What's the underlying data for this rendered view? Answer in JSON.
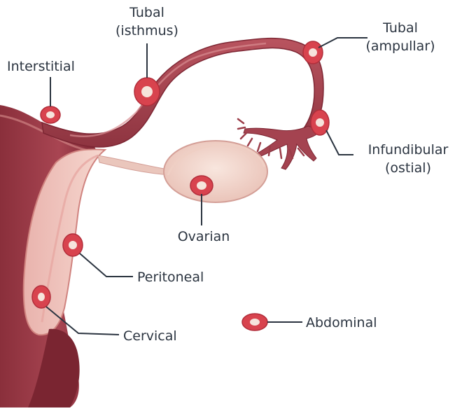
{
  "labels": {
    "interstitial": "Interstitial",
    "tubal_isthmus_1": "Tubal",
    "tubal_isthmus_2": "(isthmus)",
    "tubal_ampullar_1": "Tubal",
    "tubal_ampullar_2": "(ampullar)",
    "infundibular_1": "Infundibular",
    "infundibular_2": "(ostial)",
    "ovarian": "Ovarian",
    "peritoneal": "Peritoneal",
    "cervical": "Cervical",
    "abdominal": "Abdominal"
  },
  "colors": {
    "uterus_body": "#9e3a46",
    "tube": "#a84552",
    "tube_highlight": "#c9727c",
    "ligament": "#e8c3b8",
    "ovary": "#f2d7cd",
    "leader_line": "#2b3440",
    "implant_outer": "#d8434e",
    "implant_inner": "#f6e4dc"
  }
}
